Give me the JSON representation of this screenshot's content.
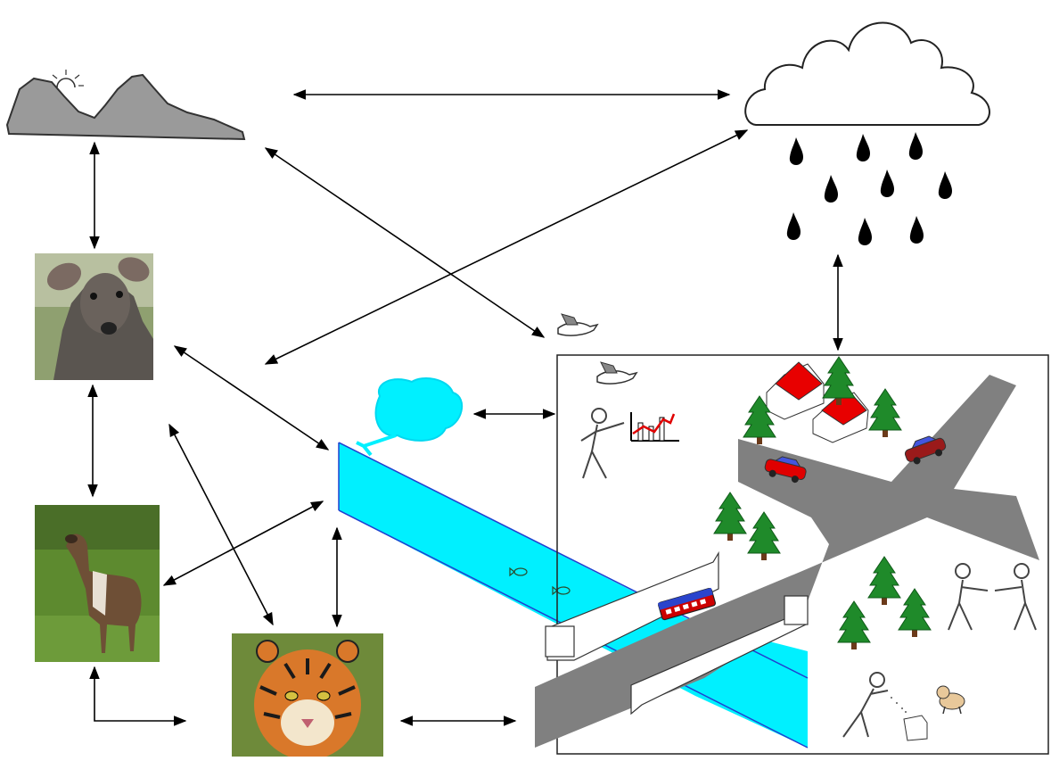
{
  "diagram": {
    "nodes": [
      {
        "id": "mountains",
        "icon": "mountains-icon"
      },
      {
        "id": "rain-cloud",
        "icon": "rain-cloud-icon"
      },
      {
        "id": "bird",
        "icon": "bird-icon"
      },
      {
        "id": "forest-deer",
        "icon": "tufted-deer-photo"
      },
      {
        "id": "meadow-deer",
        "icon": "deer-photo"
      },
      {
        "id": "tiger",
        "icon": "tiger-photo"
      },
      {
        "id": "river",
        "icon": "river-icon"
      },
      {
        "id": "pond",
        "icon": "pond-icon"
      },
      {
        "id": "human-settlement",
        "icon": "town-scene"
      }
    ],
    "links": [
      [
        "mountains",
        "rain-cloud"
      ],
      [
        "mountains",
        "forest-deer"
      ],
      [
        "mountains",
        "bird"
      ],
      [
        "rain-cloud",
        "river"
      ],
      [
        "rain-cloud",
        "human-settlement"
      ],
      [
        "forest-deer",
        "meadow-deer"
      ],
      [
        "forest-deer",
        "river"
      ],
      [
        "forest-deer",
        "tiger"
      ],
      [
        "meadow-deer",
        "river"
      ],
      [
        "meadow-deer",
        "tiger"
      ],
      [
        "river",
        "tiger"
      ],
      [
        "pond",
        "human-settlement"
      ],
      [
        "tiger",
        "human-settlement"
      ]
    ],
    "colors": {
      "arrow": "#000000",
      "river": "#00f0ff",
      "river_edge": "#2040d0",
      "road": "#808080",
      "tree": "#1f8a2a",
      "roof": "#e80000",
      "mountain": "#9a9a9a"
    },
    "scene_icons": [
      "house-icon",
      "tree-icon",
      "car-icon",
      "bus-icon",
      "bridge-icon",
      "person-icon",
      "chart-icon",
      "dog-icon",
      "box-icon",
      "fish-icon"
    ]
  }
}
